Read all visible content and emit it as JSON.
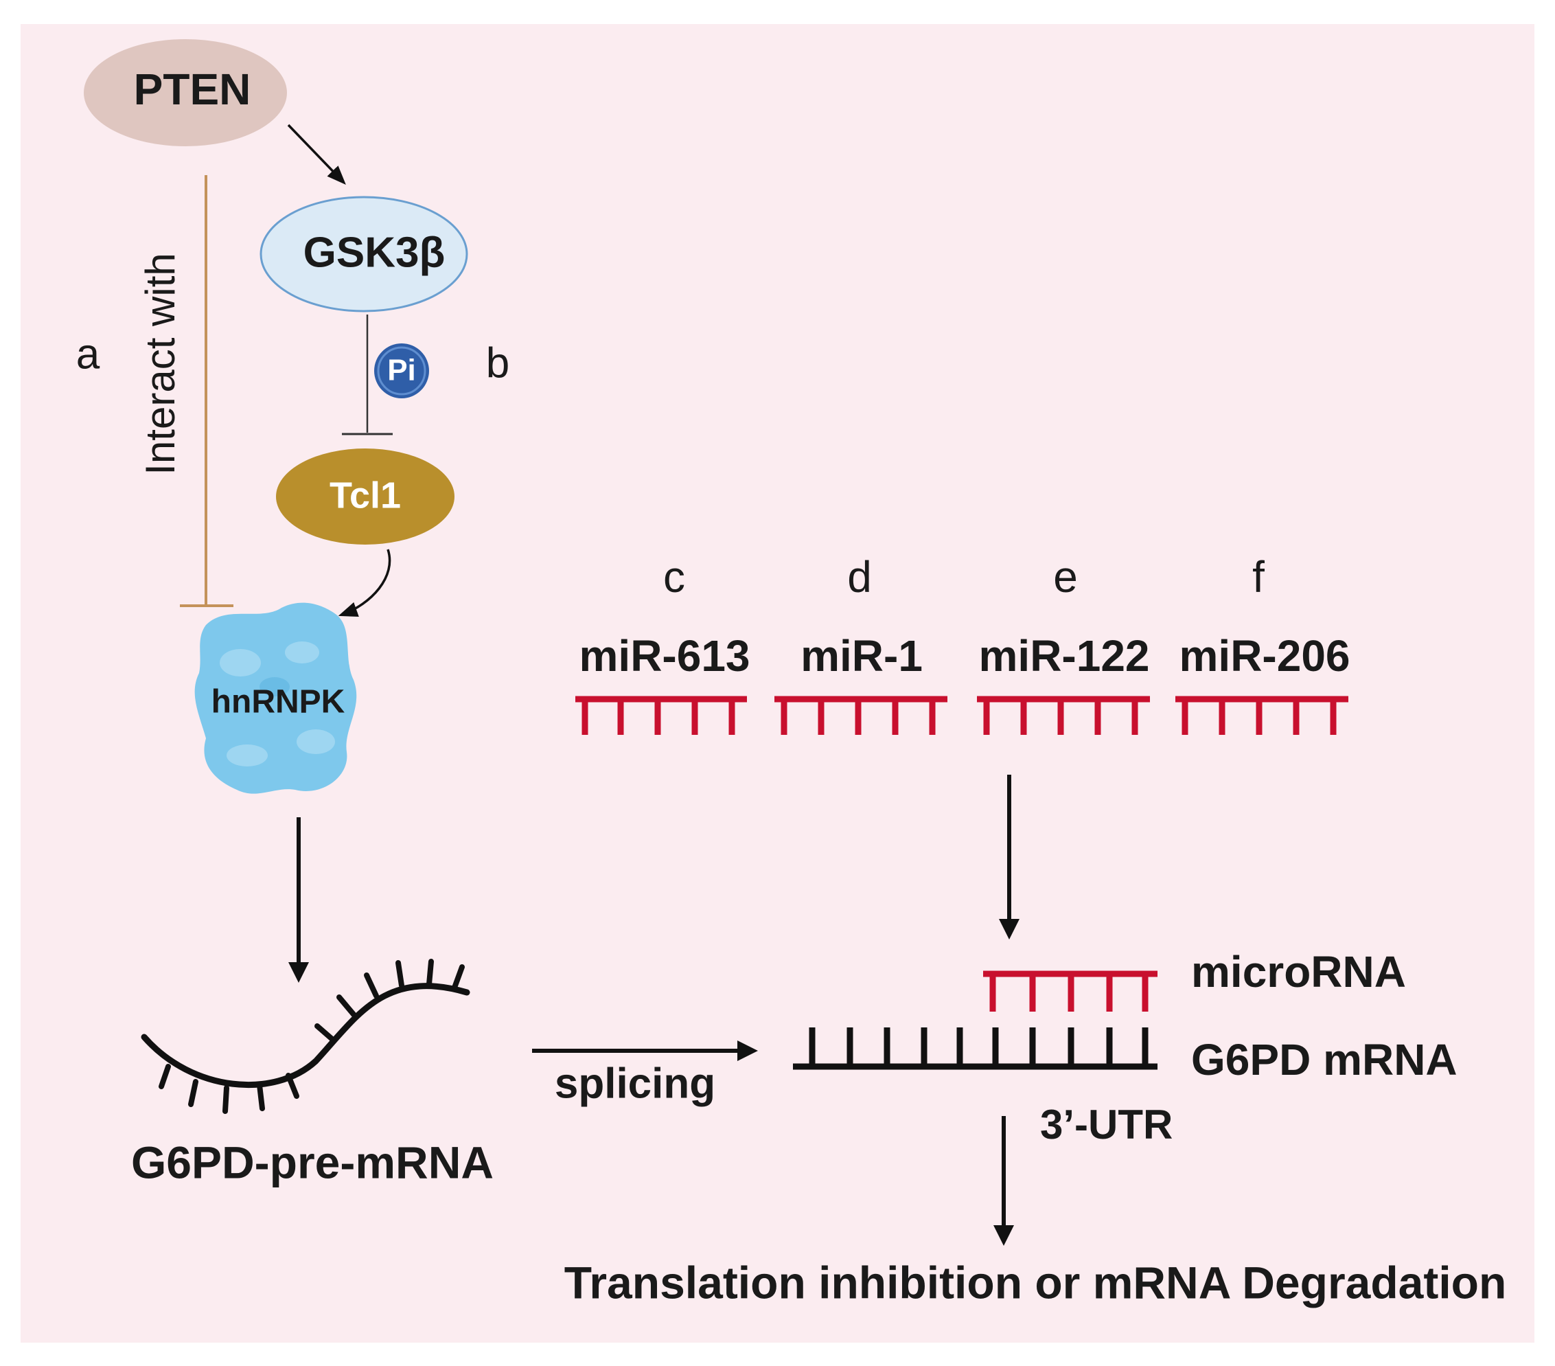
{
  "nodes": {
    "pten": "PTEN",
    "gsk3b": "GSK3β",
    "tcl1": "Tcl1",
    "hnrnpk": "hnRNPK",
    "pi": "Pi"
  },
  "edge_labels": {
    "interact_with": "Interact with",
    "splicing": "splicing"
  },
  "panel_letters": {
    "a": "a",
    "b": "b",
    "c": "c",
    "d": "d",
    "e": "e",
    "f": "f"
  },
  "micro_rnas": [
    "miR-613",
    "miR-1",
    "miR-122",
    "miR-206"
  ],
  "labels": {
    "pre_mrna": "G6PD-pre-mRNA",
    "microrna": "microRNA",
    "g6pd_mrna": "G6PD mRNA",
    "utr": "3’-UTR",
    "outcome": "Translation inhibition or mRNA Degradation"
  },
  "colors": {
    "background": "#fbecf0",
    "pten_fill": "#dfc6c0",
    "gsk3b_fill": "#dbeaf6",
    "gsk3b_stroke": "#6a9fd0",
    "tcl1_fill": "#b98f2c",
    "hnrnpk_fill": "#7ec8ec",
    "pi_fill": "#2f5ea8",
    "inhibit_line": "#c4925a",
    "mirna_red": "#c8102e",
    "black": "#111111"
  }
}
